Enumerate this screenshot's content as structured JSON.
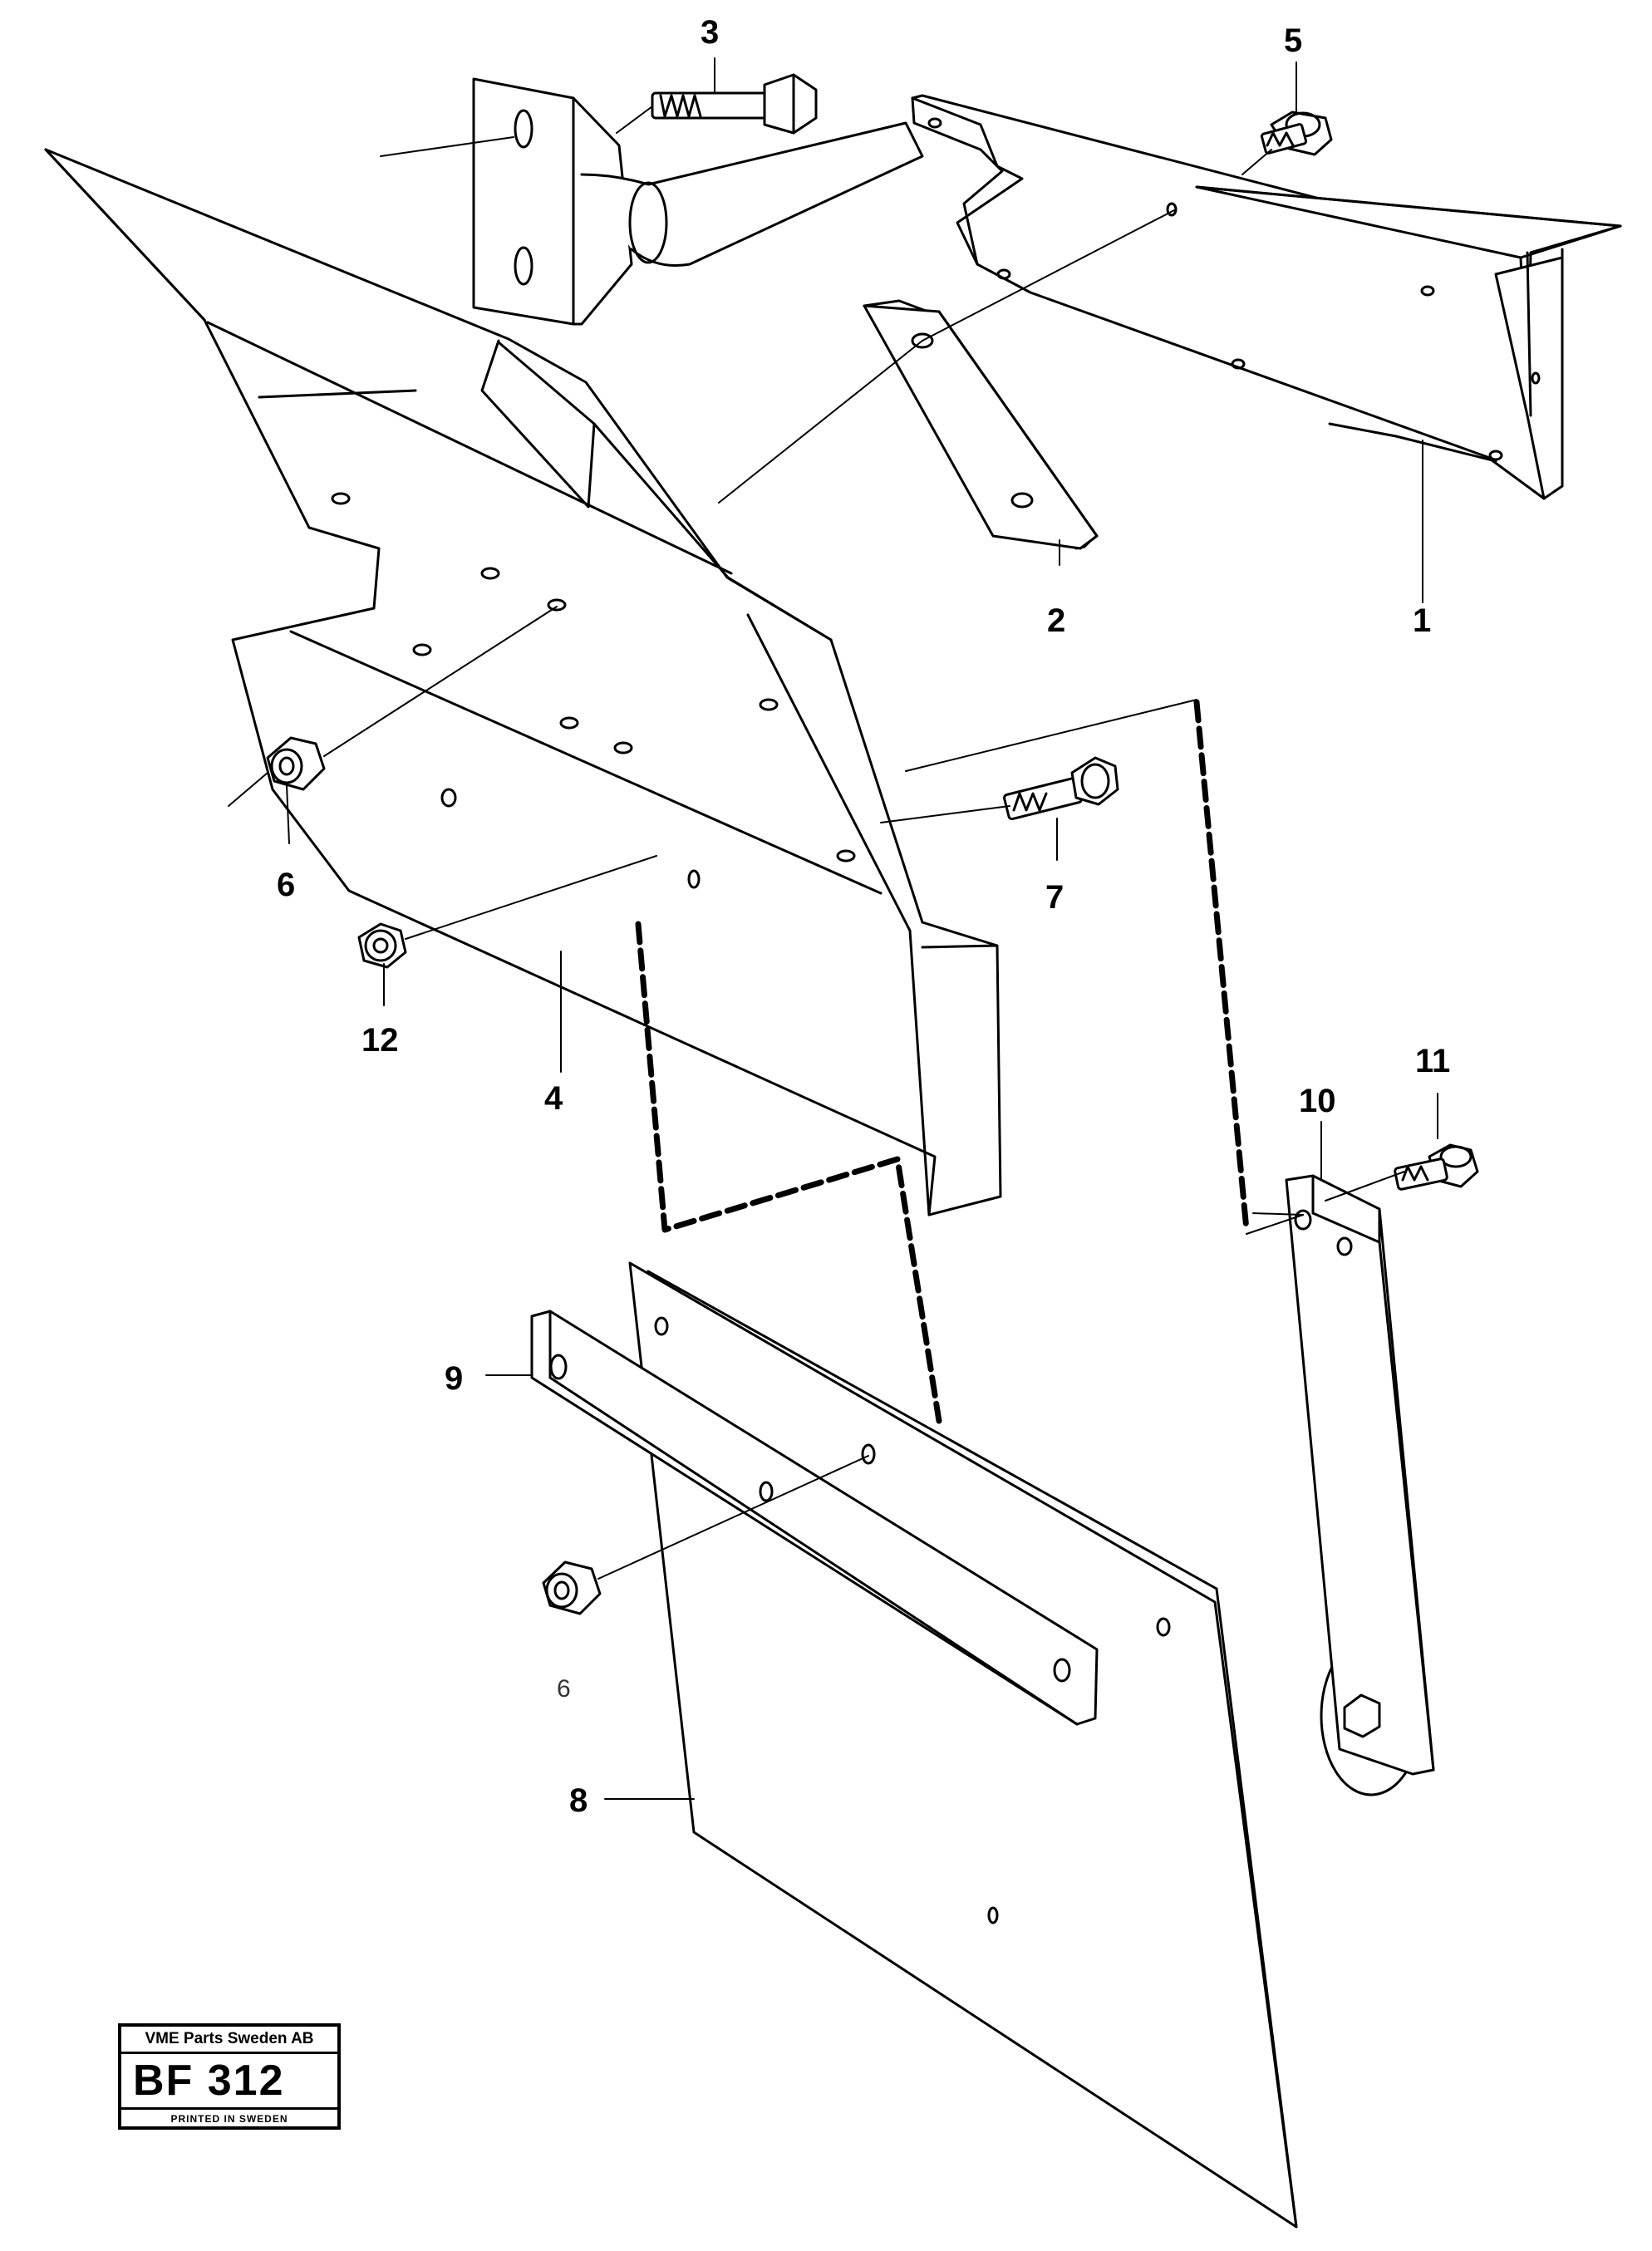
{
  "callouts": {
    "c1": "1",
    "c2": "2",
    "c3": "3",
    "c4": "4",
    "c5": "5",
    "c6": "6",
    "c6b": "6",
    "c7": "7",
    "c8": "8",
    "c9": "9",
    "c10": "10",
    "c11": "11",
    "c12": "12"
  },
  "stamp": {
    "company": "VME Parts Sweden AB",
    "code": "BF 312",
    "printed": "PRINTED IN SWEDEN"
  }
}
